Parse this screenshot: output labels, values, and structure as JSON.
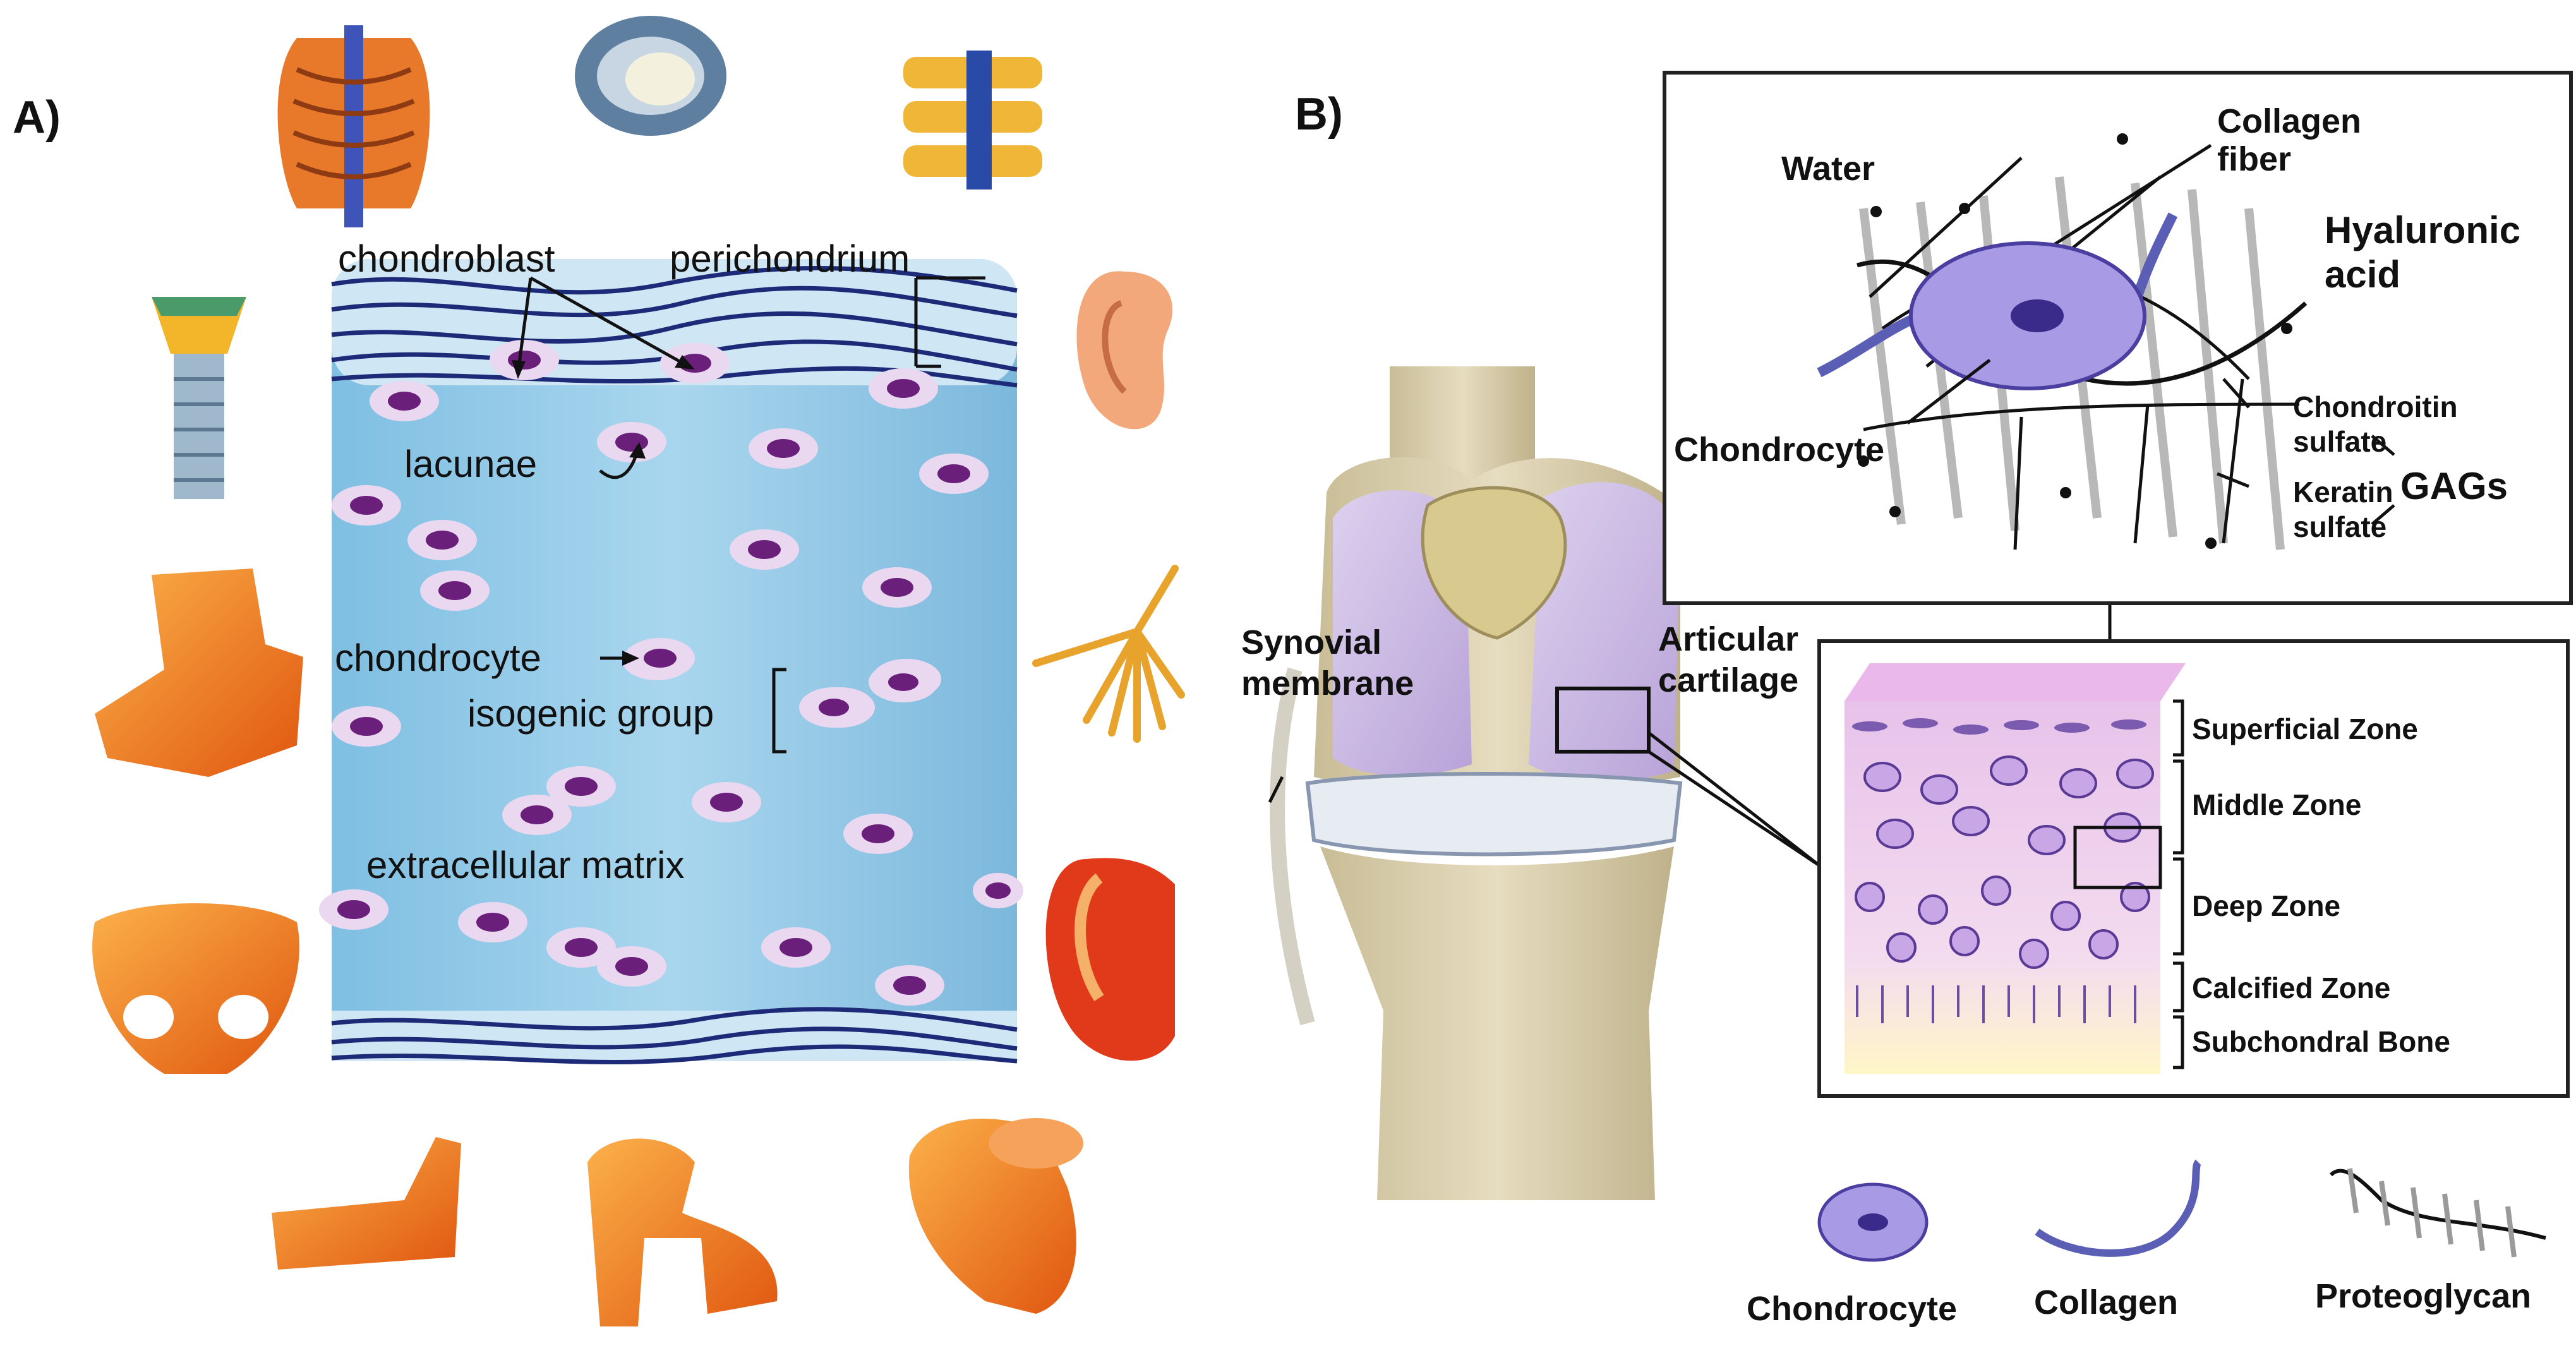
{
  "panel_a": {
    "letter": "A)",
    "labels": {
      "chondroblast": "chondroblast",
      "perichondrium": "perichondrium",
      "lacunae": "lacunae",
      "chondrocyte": "chondrocyte",
      "isogenic_group": "isogenic group",
      "extracellular_matrix": "extracellular matrix"
    },
    "anatomy_icons": [
      "rib-cage",
      "intervertebral-disc",
      "vertebrae",
      "trachea",
      "ear",
      "hand-skeleton",
      "ankle-joint",
      "nasal-cartilage",
      "pelvis",
      "elbow-joint",
      "knee-joint",
      "shoulder-joint"
    ]
  },
  "panel_b": {
    "letter": "B)",
    "knee_labels": {
      "synovial_line1": "Synovial",
      "synovial_line2": "membrane",
      "articular_line1": "Articular",
      "articular_line2": "cartilage"
    },
    "matrix_labels": {
      "water": "Water",
      "collagen_line1": "Collagen",
      "collagen_line2": "fiber",
      "hyaluronic_line1": "Hyaluronic",
      "hyaluronic_line2": "acid",
      "chondrocyte": "Chondrocyte",
      "chondroitin_line1": "Chondroitin",
      "chondroitin_line2": "sulfate",
      "keratin_line1": "Keratin",
      "keratin_line2": "sulfate",
      "gags": "GAGs"
    },
    "zones": [
      "Superficial Zone",
      "Middle Zone",
      "Deep Zone",
      "Calcified Zone",
      "Subchondral Bone"
    ],
    "legend": {
      "chondrocyte": "Chondrocyte",
      "collagen": "Collagen",
      "proteoglycan": "Proteoglycan"
    }
  },
  "colors": {
    "matrix_blue": "#8ec7e6",
    "cell_purple": "#6a1f7a",
    "lacuna": "#e9d8f0",
    "fiber_navy": "#1c2a78",
    "bone_orange": "#f07a1a",
    "knee_bone": "#d9cfae",
    "cartilage_lavender": "#c9b6e3",
    "zone_pink": "#f3d9ef"
  }
}
